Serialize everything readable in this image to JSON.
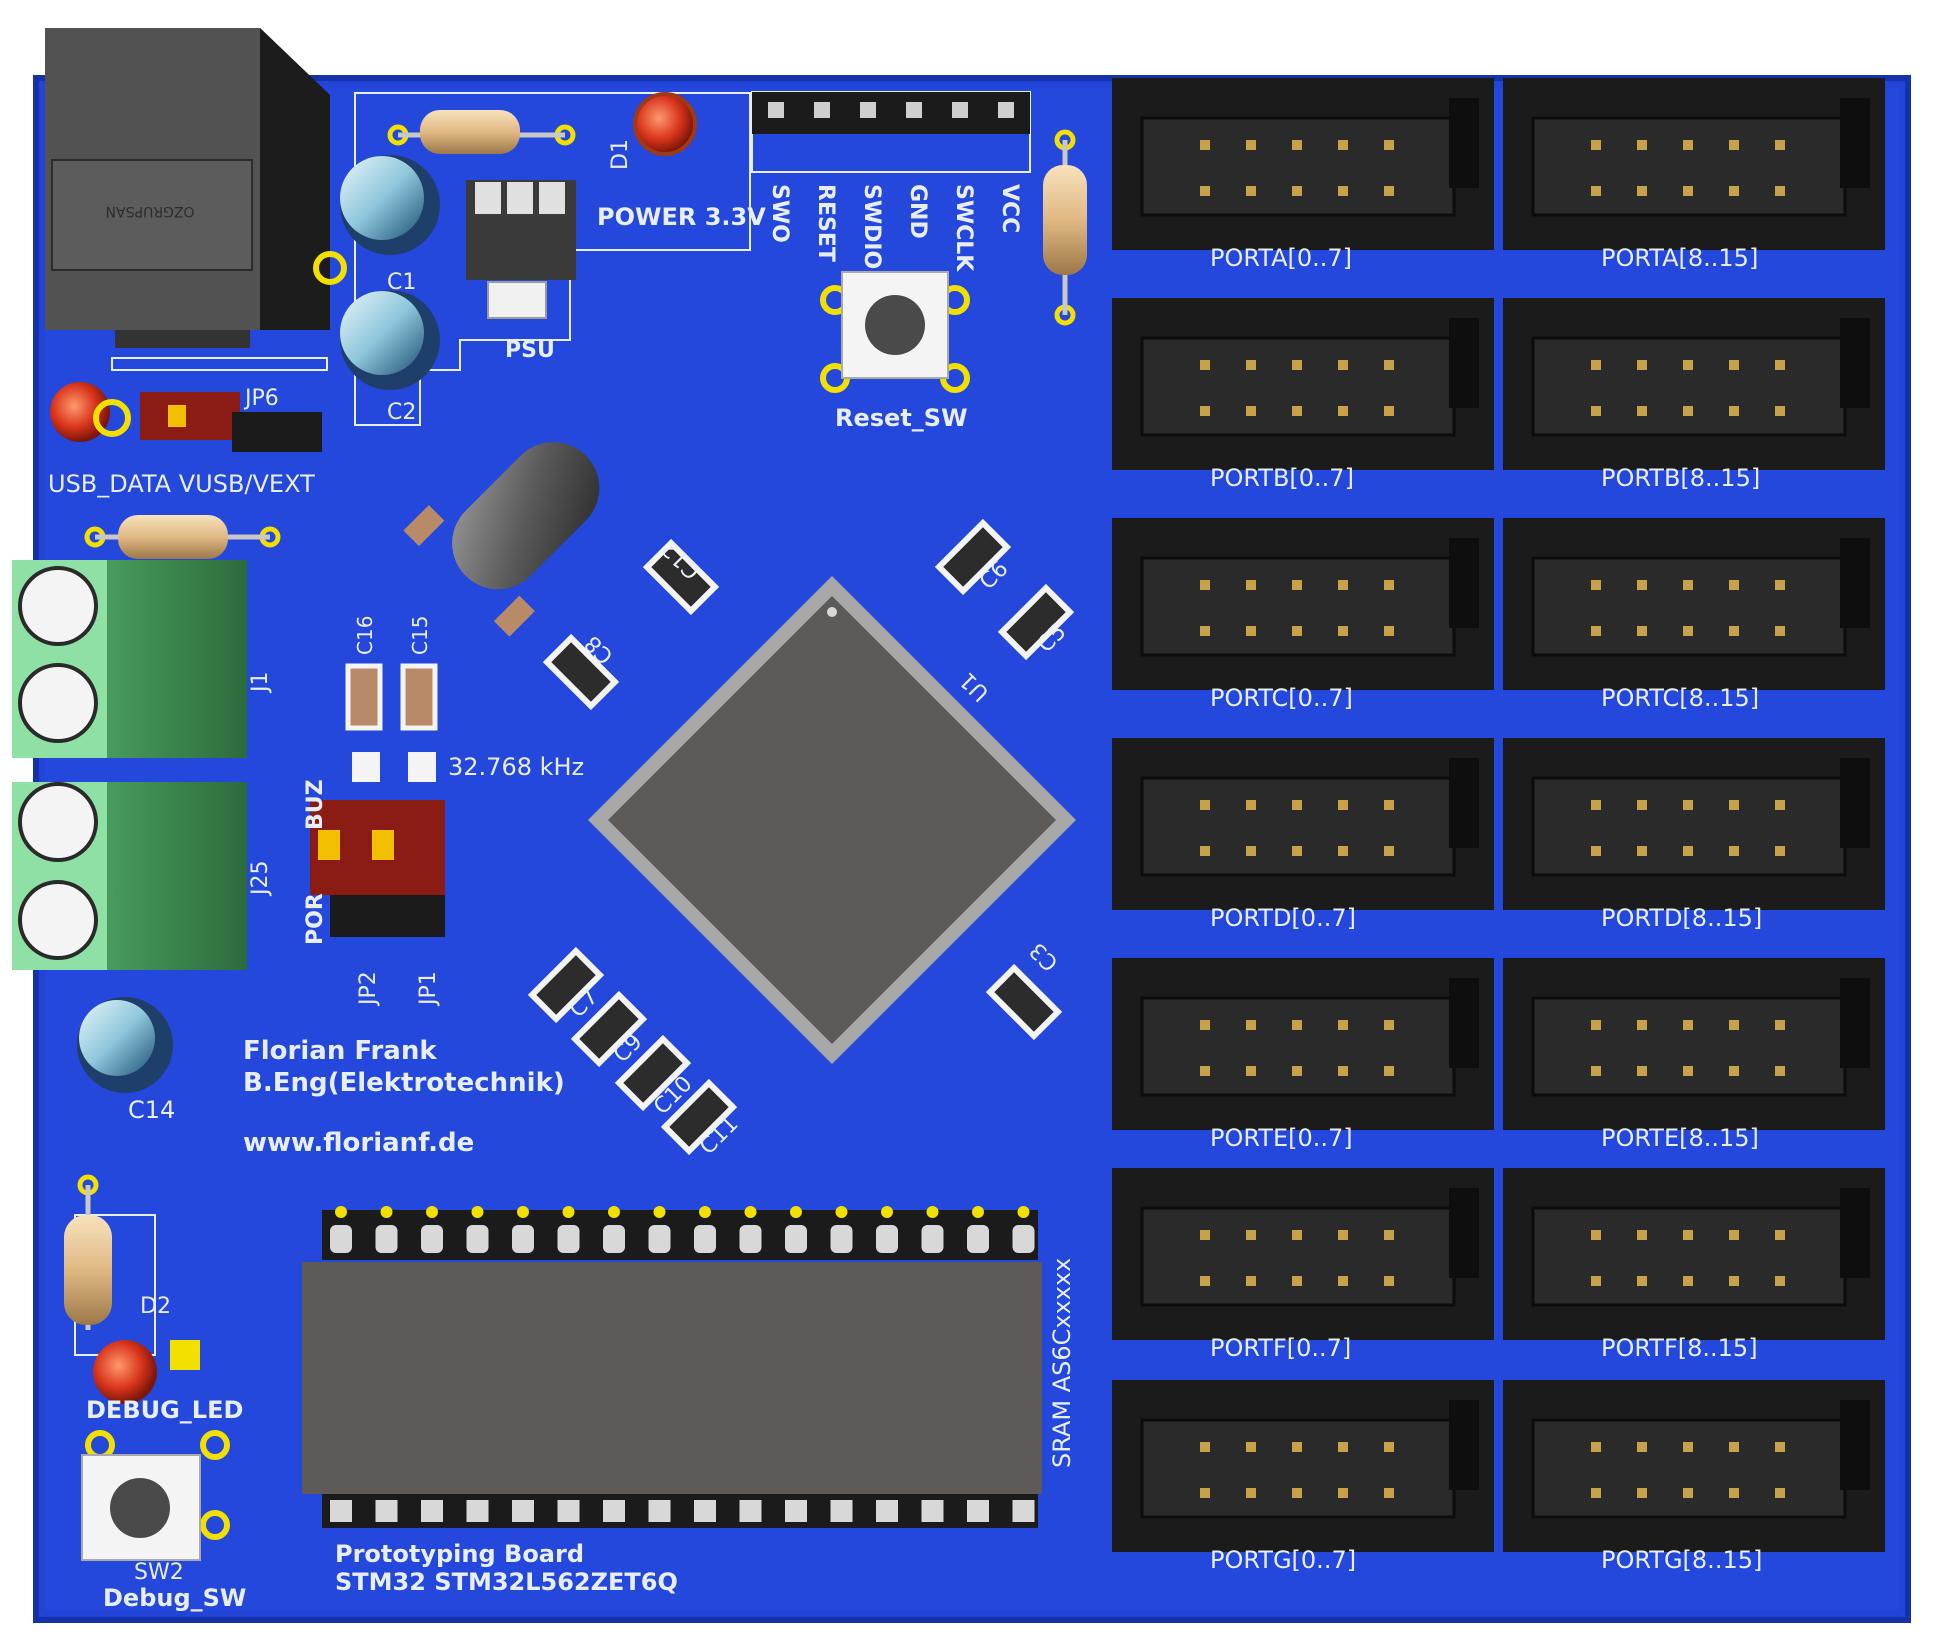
{
  "board": {
    "colors": {
      "pcb": "#2244d8",
      "pcb_edge": "#1a38b8",
      "silkscreen": "#e8eef8",
      "header_black": "#1b1b1b",
      "chip": "#5e5a58",
      "pin_gold": "#c8a24a",
      "terminal_green": "#3f8a4f",
      "led_red": "#d8341c"
    }
  },
  "usb_connector": {
    "label": "OZGRUPSAN"
  },
  "power": {
    "led_label": "D1",
    "led_text": "POWER 3.3V",
    "psu_label": "PSU",
    "c1": "C1",
    "c2": "C2"
  },
  "swd": {
    "pins": [
      "SWO",
      "RESET",
      "SWDIO",
      "GND",
      "SWCLK",
      "VCC"
    ]
  },
  "reset_switch": {
    "label": "Reset_SW"
  },
  "jumper_usb": {
    "label_jp": "JP6",
    "label_text": "USB_DATA VUSB/VEXT"
  },
  "terminals": {
    "j1": "J1",
    "j25": "J25"
  },
  "crystal": {
    "freq_label": "32.768 kHz",
    "c16": "C16",
    "c15": "C15"
  },
  "jumpers_boot": {
    "jp2": "JP2",
    "jp1": "JP1",
    "side_text": "POR",
    "side_text2": "BUZ"
  },
  "caps": {
    "c12": "C12",
    "c8": "C8",
    "c6": "C6",
    "c5": "C5",
    "c3": "C3",
    "c7": "C7",
    "c9": "C9",
    "c10": "C10",
    "c11": "C11",
    "c14": "C14"
  },
  "mcu": {
    "label": "U1"
  },
  "author": {
    "name": "Florian Frank",
    "degree": "B.Eng(Elektrotechnik)",
    "website": "www.florianf.de"
  },
  "debug": {
    "led_label": "D2",
    "led_text": "DEBUG_LED",
    "switch_label": "SW2",
    "switch_text": "Debug_SW"
  },
  "sram": {
    "label": "SRAM AS6Cxxxxx"
  },
  "board_title": {
    "line1": "Prototyping Board",
    "line2": "STM32 STM32L562ZET6Q"
  },
  "ports": [
    {
      "left": "PORTA[0..7]",
      "right": "PORTA[8..15]"
    },
    {
      "left": "PORTB[0..7]",
      "right": "PORTB[8..15]"
    },
    {
      "left": "PORTC[0..7]",
      "right": "PORTC[8..15]"
    },
    {
      "left": "PORTD[0..7]",
      "right": "PORTD[8..15]"
    },
    {
      "left": "PORTE[0..7]",
      "right": "PORTE[8..15]"
    },
    {
      "left": "PORTF[0..7]",
      "right": "PORTF[8..15]"
    },
    {
      "left": "PORTG[0..7]",
      "right": "PORTG[8..15]"
    }
  ]
}
